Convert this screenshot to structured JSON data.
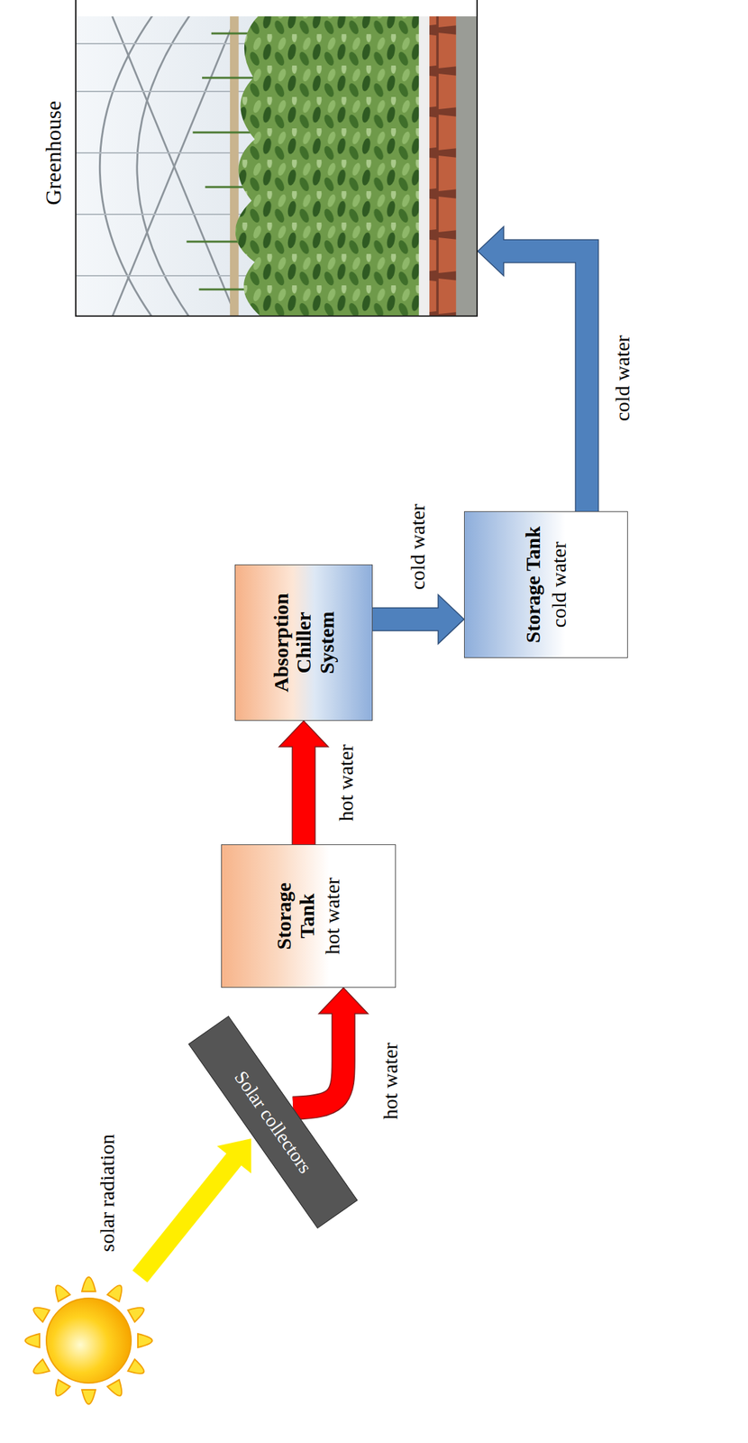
{
  "diagram": {
    "nodes": [
      {
        "text": [
          "Solar collectors"
        ]
      },
      {
        "text": [
          "Storage Tank",
          "hot water"
        ]
      },
      {
        "text": [
          "Absorption Chiller System"
        ]
      },
      {
        "text": [
          "Storage Tank",
          "cold water"
        ]
      },
      {
        "text": [
          "Greenhouse"
        ]
      }
    ],
    "edges": [
      {
        "from": 0,
        "to": 1,
        "arrow": "to",
        "label": "hot water"
      },
      {
        "from": 1,
        "to": 2,
        "arrow": "to",
        "label": "hot water"
      },
      {
        "from": 2,
        "to": 3,
        "arrow": "to",
        "label": "cold water"
      },
      {
        "from": 3,
        "to": 4,
        "arrow": "to",
        "label": "cold water"
      }
    ],
    "labels": [
      "solar radiation"
    ]
  }
}
